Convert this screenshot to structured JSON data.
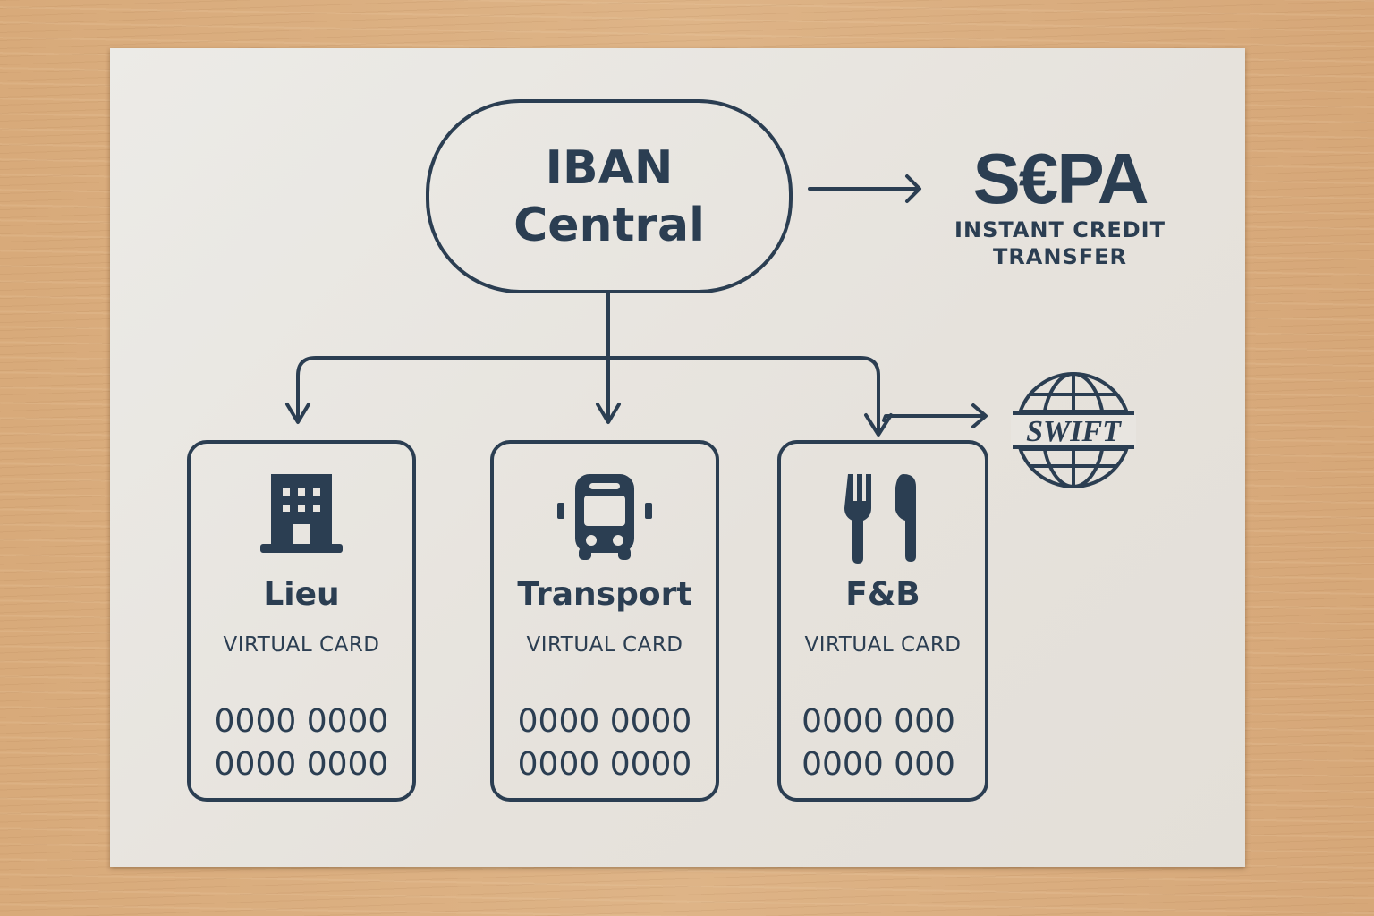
{
  "central": {
    "line1": "IBAN",
    "line2": "Central"
  },
  "sepa": {
    "logo": "S€PA",
    "line1": "INSTANT CREDIT",
    "line2": "TRANSFER"
  },
  "swift": {
    "label": "SWIFT",
    "icon": "globe-icon"
  },
  "cards": [
    {
      "title": "Lieu",
      "subtitle": "VIRTUAL CARD",
      "number_line1": "0000 0000",
      "number_line2": "0000 0000",
      "icon": "building-icon"
    },
    {
      "title": "Transport",
      "subtitle": "VIRTUAL CARD",
      "number_line1": "0000 0000",
      "number_line2": "0000 0000",
      "icon": "bus-icon"
    },
    {
      "title": "F&B",
      "subtitle": "VIRTUAL CARD",
      "number_line1": "0000 000",
      "number_line2": "0000 000",
      "icon": "fork-knife-icon"
    }
  ],
  "colors": {
    "ink": "#2b3e52",
    "paper": "#e8e5e0",
    "wood": "#d9ad7e"
  }
}
